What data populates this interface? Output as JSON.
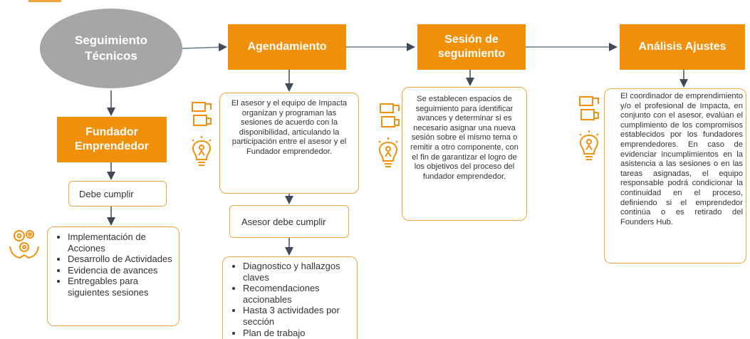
{
  "nodes": {
    "seguimiento": "Seguimiento Técnicos",
    "agendamiento": "Agendamiento",
    "sesion": "Sesión de seguimiento",
    "analisis": "Análisis Ajustes",
    "fundador": "Fundador Emprendedor"
  },
  "texts": {
    "agendamiento_desc": "El asesor y el equipo de Impacta organizan y programan las sesiones de acuerdo con la disponibilidad, articulando la participación entre el asesor  y el Fundador emprendedor.",
    "sesion_desc": "Se establecen espacios de seguimiento para identificar avances y determinar si es necesario asignar una nueva sesión sobre el mismo tema o remitir a otro componente, con el fin de garantizar el logro de los objetivos del proceso del fundador emprendedor.",
    "analisis_desc": "El coordinador de emprendimiento y/o el profesional de Impacta, en conjunto con el asesor, evalúan el cumplimiento de los compromisos establecidos por los fundadores emprendedores. En caso de evidenciar incumplimientos en la asistencia a las sesiones o en las tareas asignadas, el equipo responsable podrá condicionar la continuidad en el proceso, definiendo si el emprendedor continúa o es retirado del Founders Hub.",
    "debe_cumplir": "Debe cumplir",
    "asesor_debe_cumplir": "Asesor debe cumplir"
  },
  "lists": {
    "fundador_items": [
      "Implementación de Acciones",
      "Desarrollo de Actividades",
      "Evidencia de avances",
      "Entregables para siguientes sesiones"
    ],
    "asesor_items": [
      "Diagnostico y hallazgos claves",
      "Recomendaciones accionables",
      "Hasta 3 actividades por sección",
      "Plan de trabajo"
    ]
  },
  "icons": [
    "handshake-icon",
    "lightbulb-person-icon",
    "gears-hands-icon"
  ],
  "colors": {
    "orange": "#f0900b",
    "panel_border": "#f0a640",
    "oval": "#a6a6a6",
    "arrow": "#3f4b5b"
  }
}
